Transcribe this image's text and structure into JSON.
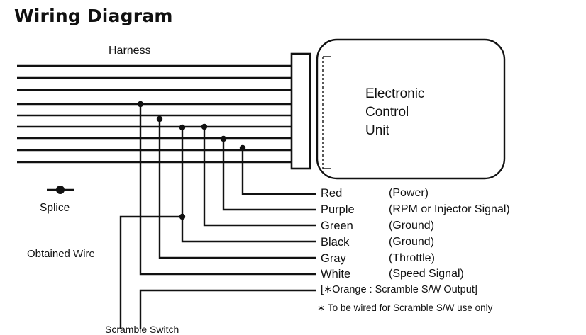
{
  "title": "Wiring Diagram",
  "labels": {
    "harness": "Harness",
    "splice": "Splice",
    "obtained_wire": "Obtained Wire",
    "bottom_cut": "Scramble Switch"
  },
  "ecu": {
    "line1": "Electronic",
    "line2": "Control",
    "line3": "Unit"
  },
  "wires": [
    {
      "color": "Red",
      "function": "(Power)"
    },
    {
      "color": "Purple",
      "function": "(RPM or Injector Signal)"
    },
    {
      "color": "Green",
      "function": "(Ground)"
    },
    {
      "color": "Black",
      "function": "(Ground)"
    },
    {
      "color": "Gray",
      "function": "(Throttle)"
    },
    {
      "color": "White",
      "function": "(Speed Signal)"
    }
  ],
  "optional": {
    "label": "[∗Orange : Scramble S/W Output]",
    "note": "∗  To be wired for Scramble S/W use only"
  },
  "colors": {
    "line": "#111111",
    "background": "#ffffff"
  }
}
